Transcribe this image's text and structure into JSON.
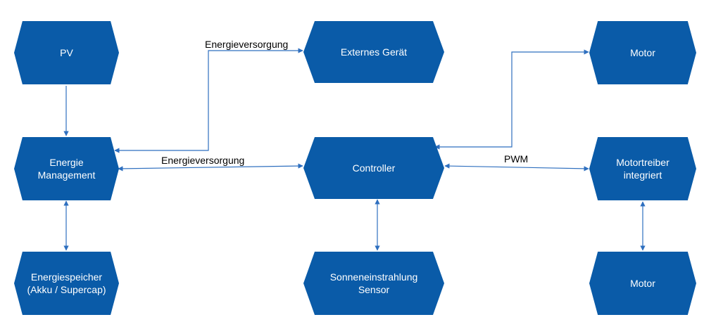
{
  "colors": {
    "node_fill": "#0a5ba8",
    "edge": "#2e6fbf",
    "label_text": "#000000",
    "node_text": "#ffffff"
  },
  "nodes": {
    "pv": "PV",
    "energie_management": "Energie\nManagement",
    "energiespeicher": "Energiespeicher\n(Akku / Supercap)",
    "externes_geraet": "Externes Gerät",
    "controller": "Controller",
    "sonnen_sensor": "Sonneneinstrahlung\nSensor",
    "motor_top": "Motor",
    "motortreiber": "Motortreiber\nintegriert",
    "motor_bottom": "Motor"
  },
  "edge_labels": {
    "extern_supply": "Energieversorgung",
    "controller_supply": "Energieversorgung",
    "pwm": "PWM"
  }
}
